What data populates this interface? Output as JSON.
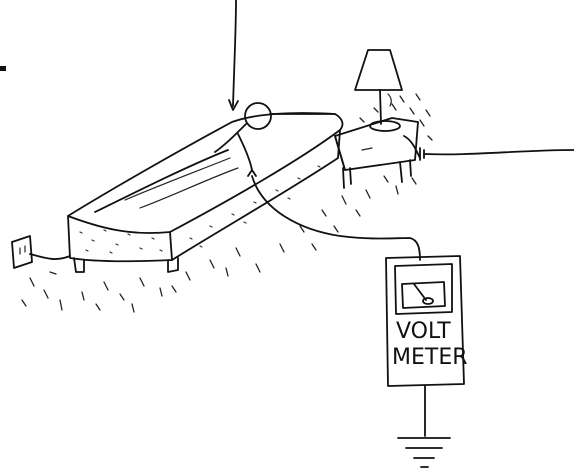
{
  "meter": {
    "line1": "VOLT",
    "line2": "METER"
  },
  "icons": [
    "stick-figure",
    "bed",
    "nightstand",
    "lamp",
    "wall-outlet",
    "voltmeter",
    "ground-symbol",
    "static-charge-marks"
  ],
  "colors": {
    "ink": "#111111",
    "paper": "#ffffff"
  }
}
